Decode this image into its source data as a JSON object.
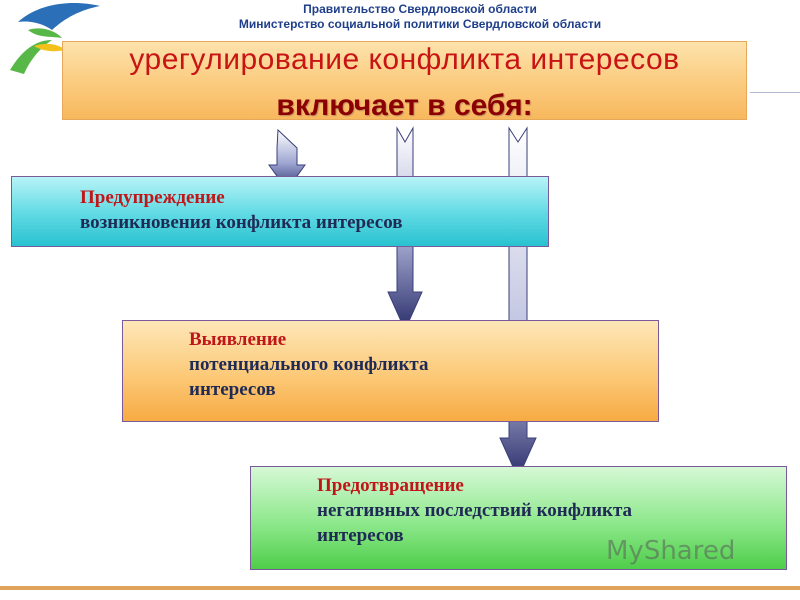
{
  "header": {
    "line1": "Правительство Свердловской области",
    "line2": "Министерство социальной политики Свердловской области"
  },
  "title": {
    "line1": "урегулирование конфликта интересов",
    "line2": "включает в себя:"
  },
  "boxes": [
    {
      "line1": "Предупреждение",
      "line2": "возникновения конфликта интересов",
      "line3": ""
    },
    {
      "line1": "Выявление",
      "line2": "потенциального конфликта",
      "line3": "интересов"
    },
    {
      "line1": "Предотвращение",
      "line2": "негативных последствий конфликта",
      "line3": "интересов"
    }
  ],
  "watermark": "MyShared",
  "colors": {
    "title_red": "#c81414",
    "box_blue": "#29c2d0",
    "box_orange": "#f7ab43",
    "box_green": "#4fce4a",
    "arrow_navy": "#2b2f6b"
  }
}
